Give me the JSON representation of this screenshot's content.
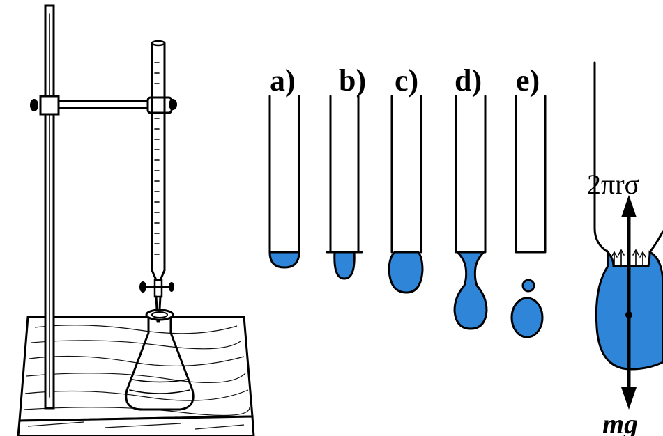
{
  "stage_labels": [
    "a)",
    "b)",
    "c)",
    "d)",
    "e)"
  ],
  "force_up_label": "2πrσ",
  "force_down_label": "mg",
  "colors": {
    "liquid": "#2f86d8",
    "ink": "#000000",
    "background": "#ffffff"
  }
}
